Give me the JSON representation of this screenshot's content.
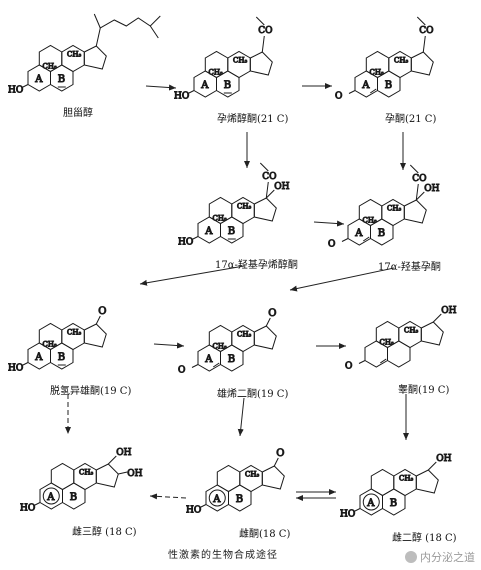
{
  "compounds": [
    {
      "name": "胆甾醇",
      "substituent": "",
      "oh_label": "HO",
      "ring_a": "A",
      "ring_b": "B"
    },
    {
      "name": "孕烯醇酮(21 C)",
      "substituent": "CO",
      "oh_label": "HO",
      "ring_a": "A",
      "ring_b": "B"
    },
    {
      "name": "孕酮(21 C)",
      "substituent": "CO",
      "oh_label": "O",
      "ring_a": "A",
      "ring_b": "B"
    },
    {
      "name": "17α-羟基孕烯醇酮",
      "substituent": "CO",
      "oh17": "OH",
      "oh_label": "HO",
      "ring_a": "A",
      "ring_b": "B"
    },
    {
      "name": "17α-羟基孕酮",
      "substituent": "CO",
      "oh17": "OH",
      "oh_label": "O",
      "ring_a": "A",
      "ring_b": "B"
    },
    {
      "name": "脱氢异雄酮(19 C)",
      "keto17": "O",
      "oh_label": "HO",
      "ring_a": "A",
      "ring_b": "B"
    },
    {
      "name": "雄烯二酮(19 C)",
      "keto17": "O",
      "oh_label": "O",
      "ring_a": "A",
      "ring_b": "B"
    },
    {
      "name": "睾酮(19 C)",
      "oh17": "OH",
      "oh_label": "O",
      "ring_a": "",
      "ring_b": ""
    },
    {
      "name": "雌三醇 (18 C)",
      "oh17": "OH",
      "oh16": "OH",
      "oh_label": "HO",
      "ring_a": "A",
      "ring_b": "B"
    },
    {
      "name": "雌酮(18 C)",
      "keto17": "O",
      "oh_label": "HO",
      "ring_a": "A",
      "ring_b": "B"
    },
    {
      "name": "雌二醇 (18 C)",
      "oh17": "OH",
      "oh_label": "HO",
      "ring_a": "A",
      "ring_b": "B"
    }
  ],
  "caption": "性激素的生物合成途径",
  "watermark": "内分泌之道",
  "ring_labels": {
    "a": "A",
    "b": "B"
  },
  "methyl_label": "CH₃",
  "keto_label": "O",
  "hydroxyl_label": "OH",
  "acetyl_label": "CO"
}
